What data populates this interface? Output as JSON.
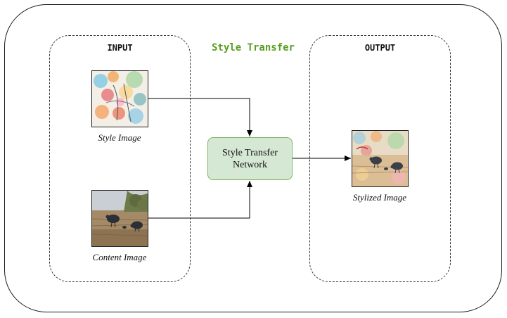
{
  "diagram": {
    "title": "Style Transfer",
    "input_group": {
      "label": "INPUT"
    },
    "output_group": {
      "label": "OUTPUT"
    },
    "style_image": {
      "caption": "Style Image"
    },
    "content_image": {
      "caption": "Content Image"
    },
    "network": {
      "label": "Style Transfer\nNetwork"
    },
    "stylized_image": {
      "caption": "Stylized Image"
    }
  },
  "colors": {
    "title": "#5a9e1f",
    "network_fill": "#d5e8d4",
    "network_stroke": "#82b366"
  }
}
